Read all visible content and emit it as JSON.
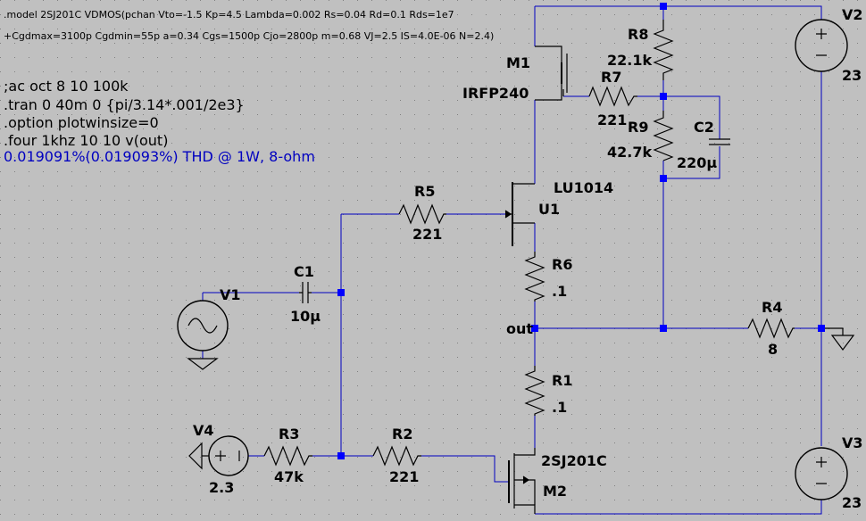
{
  "directives": {
    "model_line1": ".model 2SJ201C VDMOS(pchan Vto=-1.5 Kp=4.5 Lambda=0.002 Rs=0.04 Rd=0.1 Rds=1e7",
    "model_line2": "+Cgdmax=3100p Cgdmin=55p a=0.34 Cgs=1500p Cjo=2800p m=0.68 VJ=2.5 IS=4.0E-06 N=2.4)",
    "ac": ";ac oct 8 10 100k",
    "tran": ".tran 0 40m 0 {pi/3.14*.001/2e3}",
    "option": ".option plotwinsize=0",
    "four": ".four 1khz 10 10 v(out)",
    "result": "0.019091%(0.019093%) THD @ 1W, 8-ohm",
    "result_color": "#0000c0"
  },
  "components": {
    "m1": {
      "name": "M1",
      "value": "IRFP240"
    },
    "r8": {
      "name": "R8",
      "value": "22.1k"
    },
    "r7": {
      "name": "R7",
      "value": "221"
    },
    "r9": {
      "name": "R9",
      "value": "42.7k"
    },
    "c2": {
      "name": "C2",
      "value": "220µ"
    },
    "u1": {
      "name": "U1",
      "value": "LU1014"
    },
    "r5": {
      "name": "R5",
      "value": "221"
    },
    "r6": {
      "name": "R6",
      "value": ".1"
    },
    "v1": {
      "name": "V1"
    },
    "c1": {
      "name": "C1",
      "value": "10µ"
    },
    "r4": {
      "name": "R4",
      "value": "8"
    },
    "r1": {
      "name": "R1",
      "value": ".1"
    },
    "v4": {
      "name": "V4",
      "value": "2.3"
    },
    "r3": {
      "name": "R3",
      "value": "47k"
    },
    "r2": {
      "name": "R2",
      "value": "221"
    },
    "m2": {
      "name": "M2",
      "value": "2SJ201C"
    },
    "v2": {
      "name": "V2",
      "value": "23"
    },
    "v3": {
      "name": "V3",
      "value": "23"
    }
  },
  "nets": {
    "out": "out"
  },
  "colors": {
    "background": "#c0c0c0",
    "wire": "#0000c0",
    "junction": "#0000ff",
    "component": "#000000",
    "text": "#000000"
  }
}
